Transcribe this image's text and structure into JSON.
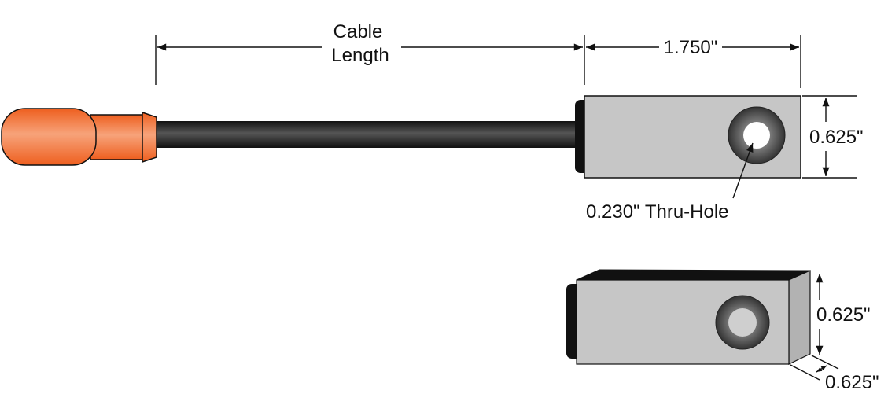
{
  "labels": {
    "cable_length_line1": "Cable",
    "cable_length_line2": "Length",
    "block_length": "1.750\"",
    "block_height": "0.625\"",
    "thru_hole": "0.230\" Thru-Hole",
    "iso_height": "0.625\"",
    "iso_depth": "0.625\""
  },
  "colors": {
    "connector": "#f26b2a",
    "cable": "#222222",
    "block": "#c6c6c6",
    "hole_ring": "#5a5a5a"
  }
}
